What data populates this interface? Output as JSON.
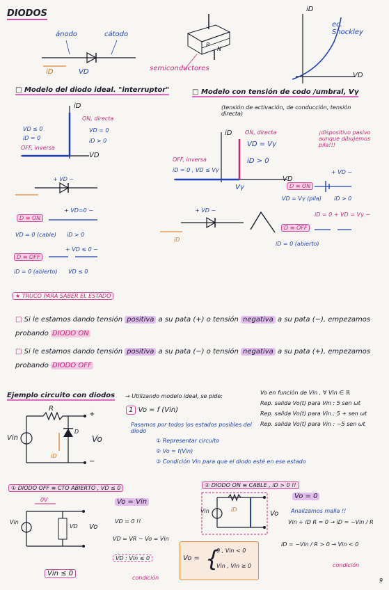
{
  "title": "DIODOS",
  "page_number": "9",
  "top": {
    "anodo": "ánodo",
    "catodo": "cátodo",
    "i_d": "iD",
    "v_d": "VD",
    "semiconductores": "semiconductores",
    "shockley": "ec. Shockley",
    "p": "P",
    "n": "N",
    "axis_i": "iD",
    "axis_v": "VD"
  },
  "ideal": {
    "heading": "Modelo del diodo ideal. \"interruptor\"",
    "on_label": "ON, directa",
    "on_vd": "VD = 0",
    "on_id": "iD > 0",
    "off_vd": "VD ≤ 0",
    "off_id": "iD = 0",
    "off_label": "OFF, inversa",
    "axis_i": "iD",
    "axis_v": "VD",
    "state_on": "D ≡ ON",
    "on_short": "VD = 0 (cable)",
    "on_cond": "iD > 0",
    "state_off": "D ≡ OFF",
    "off_open": "iD = 0 (abierto)",
    "off_cond": "VD ≤ 0",
    "vd_sign": "+ VD −",
    "vd0": "+ VD=0 −",
    "vd_neg": "+ VD ≤ 0 −"
  },
  "threshold": {
    "heading": "Modelo con tensión de codo /umbral, Vγ",
    "sub": "(tensión de activación, de conducción, tensión directa)",
    "on_label": "ON, directa",
    "vd_eq": "VD = Vγ",
    "id_cond": "iD > 0",
    "off_label": "OFF, inversa",
    "off_cond": "iD = 0 , VD ≤ Vγ",
    "vgamma": "Vγ",
    "axis_i": "iD",
    "axis_v": "VD",
    "note": "¡dispositivo pasivo aunque dibujemos pila!!!",
    "state_on": "D ≡ ON",
    "on_eq": "VD = Vγ (pila)",
    "on_cond": "iD > 0",
    "state_off": "D ≡ OFF",
    "off_eq": "iD = 0  + VD = Vγ −",
    "off_open": "iD = 0 (abierto)",
    "vd_sign": "+ VD −",
    "id": "iD"
  },
  "trick": {
    "label": "★ TRUCO PARA SABER EL ESTADO",
    "line1_a": "Si le estamos dando tensión",
    "line1_pos": "positiva",
    "line1_b": "a su pata (+) o tensión",
    "line1_neg": "negativa",
    "line1_c": "a su pata (−), empezamos",
    "line1_d": "probando",
    "line1_state": "DIODO ON",
    "line2_a": "Si le estamos dando tensión",
    "line2_pos": "positiva",
    "line2_b": "a su pata (−) o tensión",
    "line2_neg": "negativa",
    "line2_c": "a su pata (+), empezamos",
    "line2_d": "probando",
    "line2_state": "DIODO OFF"
  },
  "example": {
    "heading": "Ejemplo circuito con diodos",
    "using": "→ Utilizando modelo ideal, se pide:",
    "req1": "Vo en función de Vin , ∀ Vin ∈ ℝ",
    "req2": "Rep. salida Vo(t) para Vin : 5 sen ωt",
    "req3": "Rep. salida Vo(t) para Vin : 5 + sen ωt",
    "req4": "Rep. salida Vo(t) para Vin : −5 sen ωt",
    "step1": "1",
    "fn": "Vo = f (Vin)",
    "steps_intro": "Pasamos por todos los estados posibles del diodo",
    "step_a": "① Representar circuito",
    "step_b": "② Vo = f(Vin)",
    "step_c": "③ Condición Vin para que el diodo esté en ese estado",
    "r": "R",
    "vin": "Vin",
    "vo": "Vo",
    "d": "D",
    "plus": "+",
    "minus": "−",
    "id": "iD"
  },
  "case_off": {
    "heading": "① DIODO OFF ≡ CTO ABIERTO , VD ≤ 0",
    "vo_vin": "Vo = Vin",
    "vd0": "VD = 0 !!",
    "kvl": "VD = VR − Vo = Vin",
    "cond": "VD : Vin ≤ 0",
    "result": "Vin ≤ 0",
    "condicion": "condición",
    "zero_v": "0V",
    "vin": "Vin",
    "vo": "Vo",
    "vd": "VD"
  },
  "case_on": {
    "heading": "② DIODO ON ≡ CABLE , iD > 0 !!",
    "vo0": "Vo = 0",
    "malla": "Analizamos malla !!",
    "eq1": "Vin + iD R = 0 → iD = −Vin / R",
    "eq2": "iD = −Vin / R > 0 → Vin < 0",
    "condicion": "condición",
    "vin": "Vin",
    "vo": "Vo",
    "id": "iD"
  },
  "piecewise": {
    "lhs": "Vo =",
    "row1": "0 ,  Vin < 0",
    "row2": "Vin ,  Vin ≥ 0"
  }
}
